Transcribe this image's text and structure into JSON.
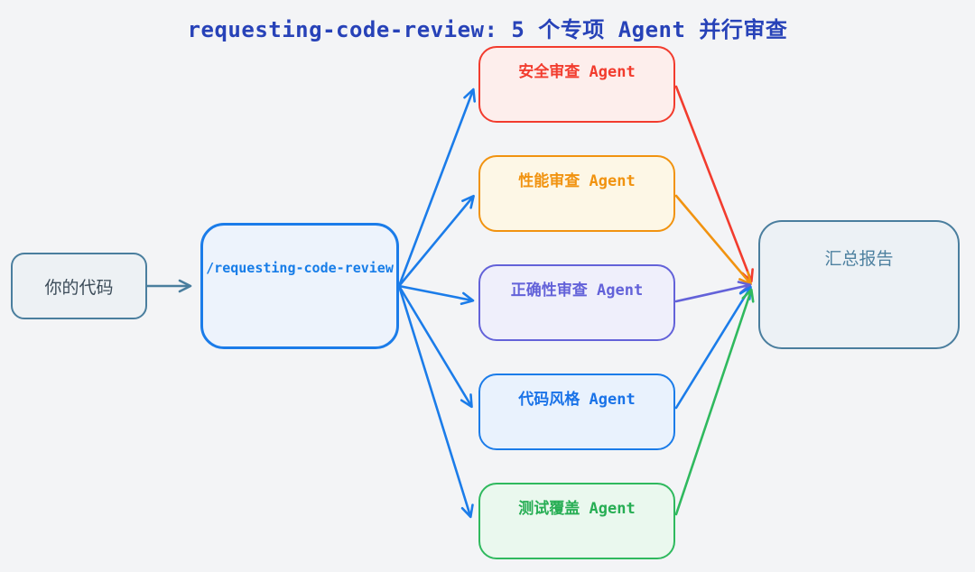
{
  "title": {
    "text": "requesting-code-review: 5 个专项 Agent 并行审查"
  },
  "colors": {
    "title": "#2742b8",
    "canvas_background": "#f3f4f6",
    "fan_out_edge": "#1b7ce9",
    "steel": "#4a7e9e",
    "security_red": "#f23c2e",
    "performance_orange": "#f19310",
    "correctness_purple": "#6362d9",
    "codestyle_blue": "#1b7ce9",
    "testcov_green": "#2fb95e"
  },
  "nodes": {
    "your_code": {
      "label": "你的代码",
      "border": "#4a7e9e",
      "background": "#edf1f4"
    },
    "command": {
      "label": "/requesting-code-review",
      "border": "#1b7ce9",
      "background": "#edf3fc"
    },
    "agents": [
      {
        "label": "安全审查 Agent",
        "color": "#f23c2e",
        "background": "#fdeeec"
      },
      {
        "label": "性能审查 Agent",
        "color": "#f19310",
        "background": "#fdf7e6"
      },
      {
        "label": "正确性审查 Agent",
        "color": "#6362d9",
        "background": "#efeffb"
      },
      {
        "label": "代码风格 Agent",
        "color": "#1b7ce9",
        "background": "#e9f2fd"
      },
      {
        "label": "测试覆盖 Agent",
        "color": "#2fb95e",
        "background": "#eaf8ee"
      }
    ],
    "summary": {
      "label": "汇总报告",
      "border": "#4a7e9e",
      "background": "#ecf1f5"
    }
  },
  "edges": [
    {
      "from": "你的代码",
      "to": "/requesting-code-review",
      "color": "#4a7e9e"
    },
    {
      "from": "/requesting-code-review",
      "to": "安全审查 Agent",
      "color": "#1b7ce9"
    },
    {
      "from": "/requesting-code-review",
      "to": "性能审查 Agent",
      "color": "#1b7ce9"
    },
    {
      "from": "/requesting-code-review",
      "to": "正确性审查 Agent",
      "color": "#1b7ce9"
    },
    {
      "from": "/requesting-code-review",
      "to": "代码风格 Agent",
      "color": "#1b7ce9"
    },
    {
      "from": "/requesting-code-review",
      "to": "测试覆盖 Agent",
      "color": "#1b7ce9"
    },
    {
      "from": "安全审查 Agent",
      "to": "汇总报告",
      "color": "#f23c2e"
    },
    {
      "from": "性能审查 Agent",
      "to": "汇总报告",
      "color": "#f19310"
    },
    {
      "from": "正确性审查 Agent",
      "to": "汇总报告",
      "color": "#6362d9"
    },
    {
      "from": "代码风格 Agent",
      "to": "汇总报告",
      "color": "#1b7ce9"
    },
    {
      "from": "测试覆盖 Agent",
      "to": "汇总报告",
      "color": "#2fb95e"
    }
  ]
}
